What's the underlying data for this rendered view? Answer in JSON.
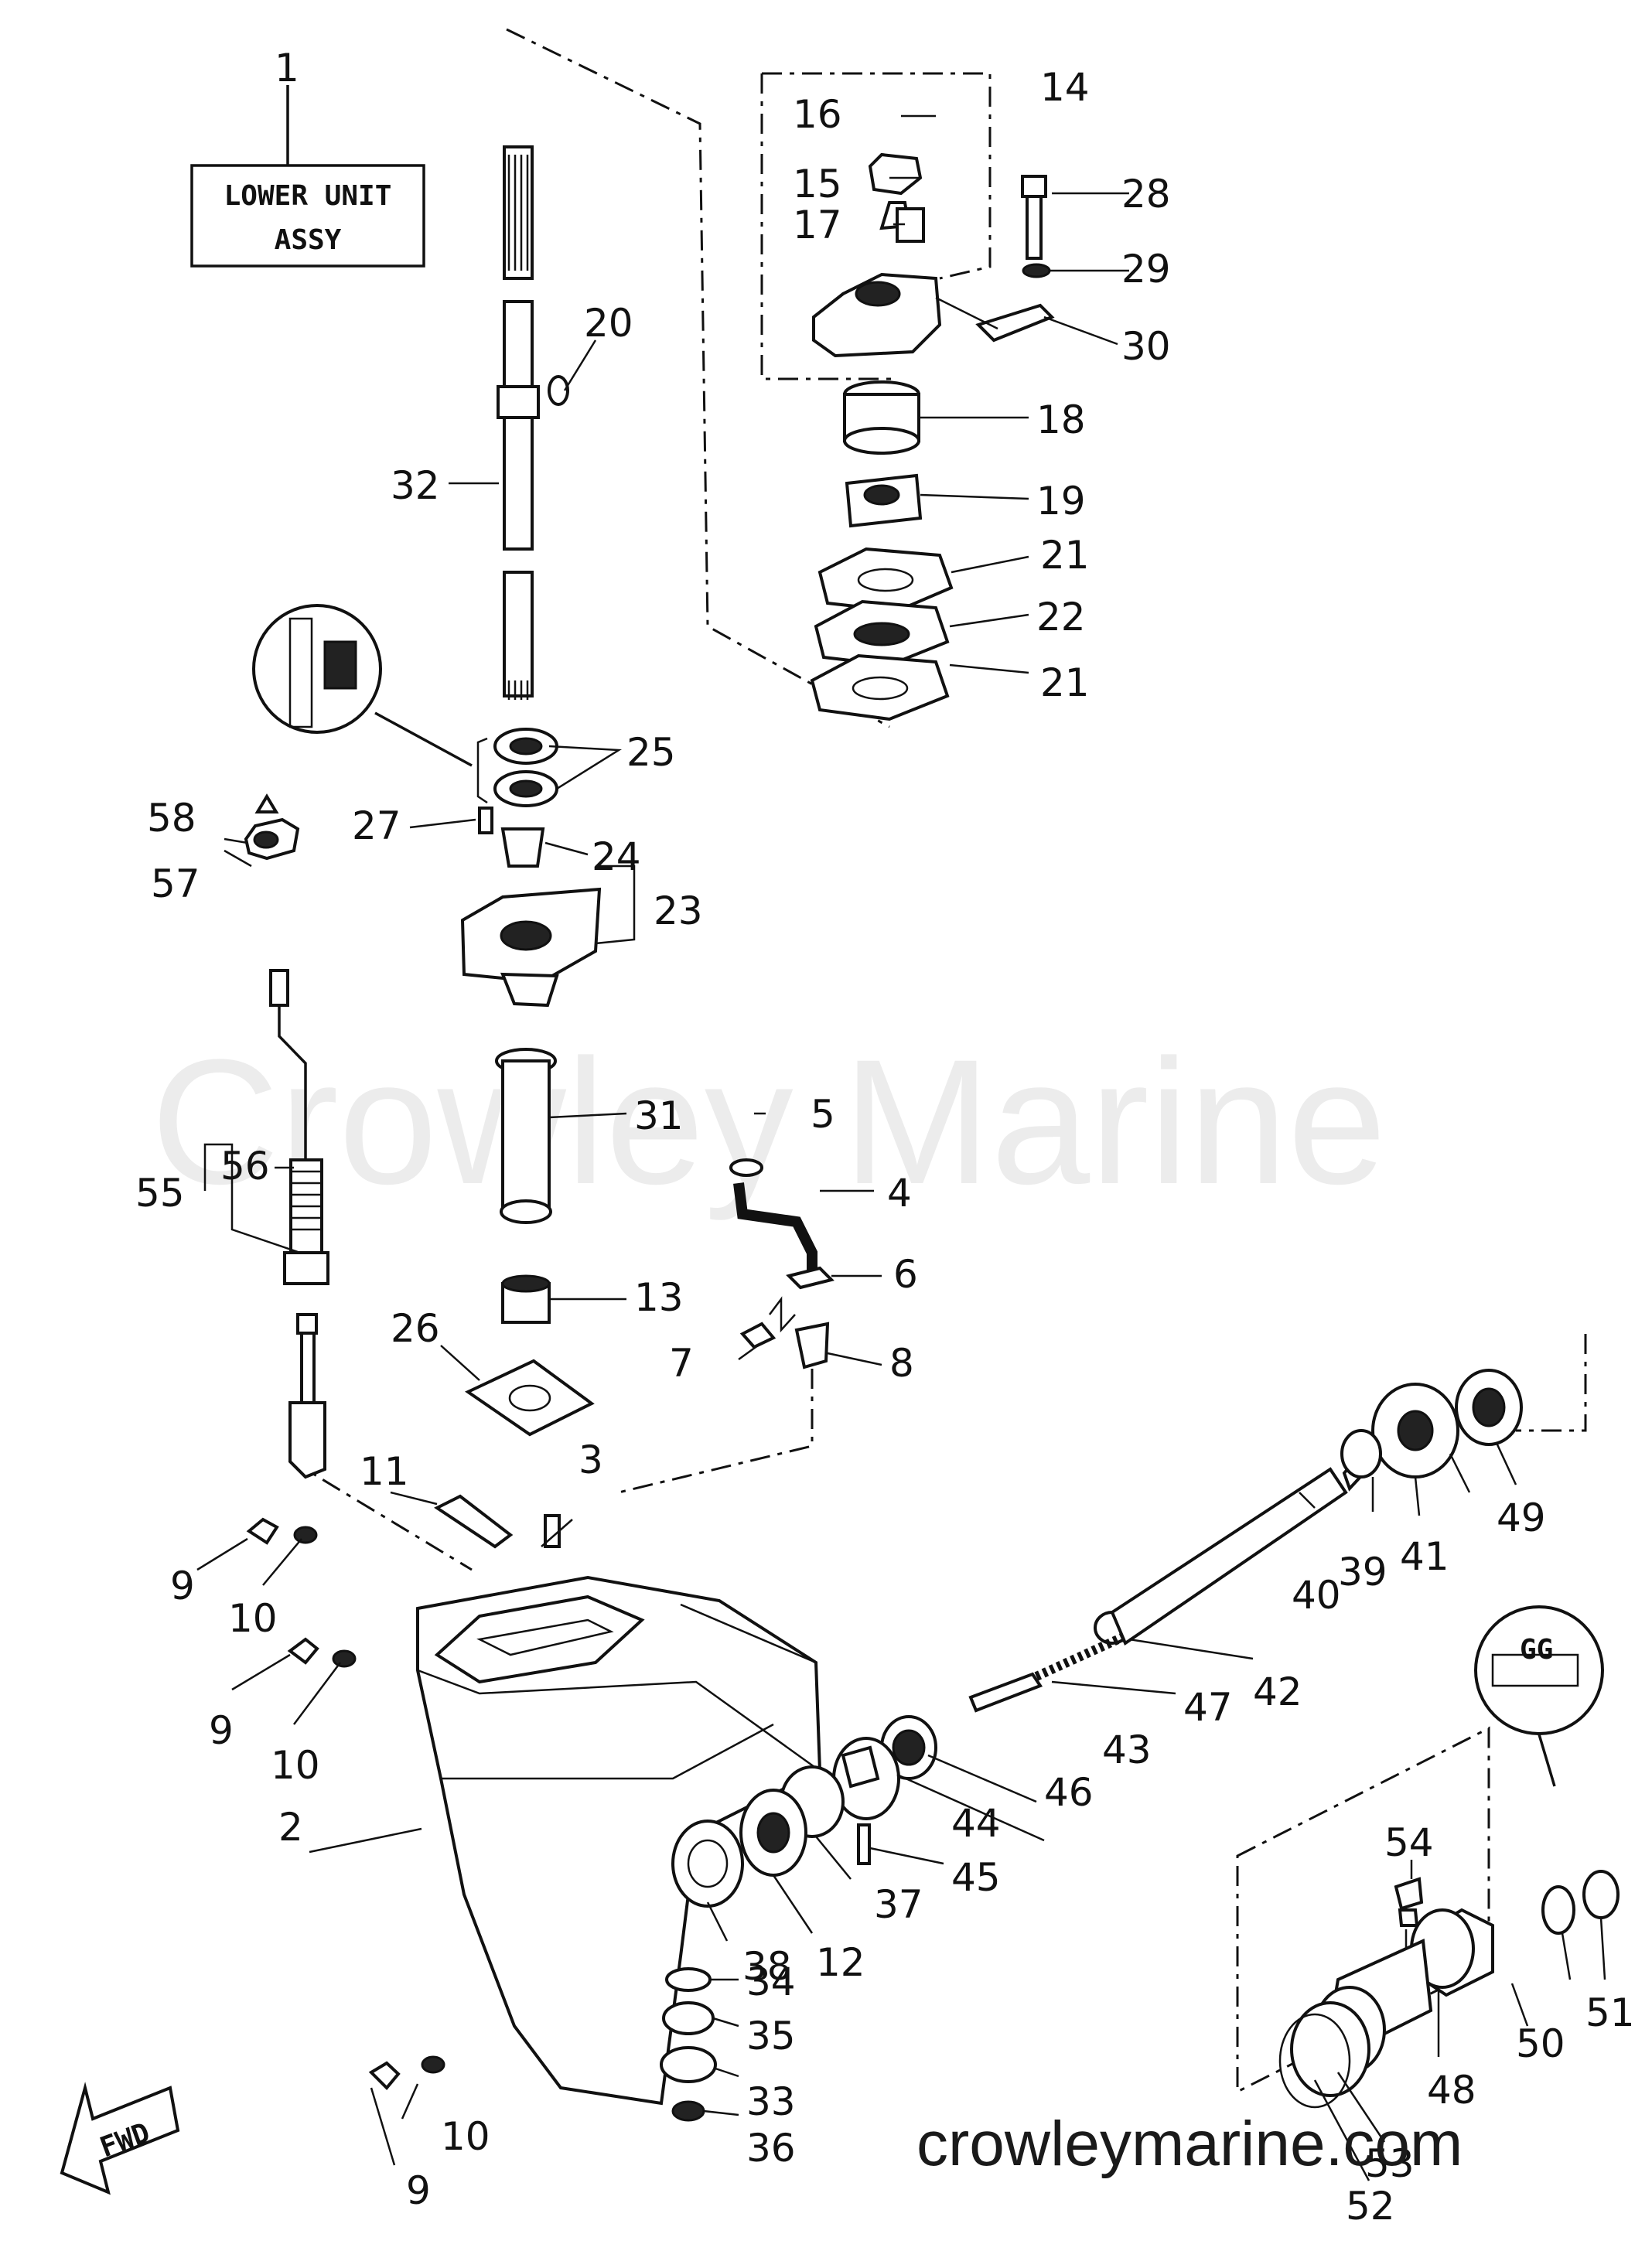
{
  "watermark": "Crowley Marine",
  "site_url": "crowleymarine.com",
  "assy_box": {
    "line1": "LOWER UNIT",
    "line2": "ASSY"
  },
  "fwd_label": "FWD",
  "callouts": {
    "c1": "1",
    "c2": "2",
    "c3": "3",
    "c4": "4",
    "c5": "5",
    "c6": "6",
    "c7": "7",
    "c8": "8",
    "c9a": "9",
    "c9b": "9",
    "c9c": "9",
    "c10a": "10",
    "c10b": "10",
    "c10c": "10",
    "c11": "11",
    "c12": "12",
    "c13": "13",
    "c14": "14",
    "c15": "15",
    "c16": "16",
    "c17": "17",
    "c18": "18",
    "c19": "19",
    "c20": "20",
    "c21a": "21",
    "c21b": "21",
    "c22": "22",
    "c23": "23",
    "c24": "24",
    "c25": "25",
    "c26": "26",
    "c27": "27",
    "c28": "28",
    "c29": "29",
    "c30": "30",
    "c31": "31",
    "c32": "32",
    "c33": "33",
    "c34": "34",
    "c35": "35",
    "c36": "36",
    "c37": "37",
    "c38": "38",
    "c39": "39",
    "c40": "40",
    "c41": "41",
    "c42": "42",
    "c43": "43",
    "c44": "44",
    "c45": "45",
    "c46": "46",
    "c47": "47",
    "c48": "48",
    "c49": "49",
    "c50": "50",
    "c51": "51",
    "c52": "52",
    "c53": "53",
    "c54": "54",
    "c55": "55",
    "c56": "56",
    "c57": "57",
    "c58": "58"
  }
}
